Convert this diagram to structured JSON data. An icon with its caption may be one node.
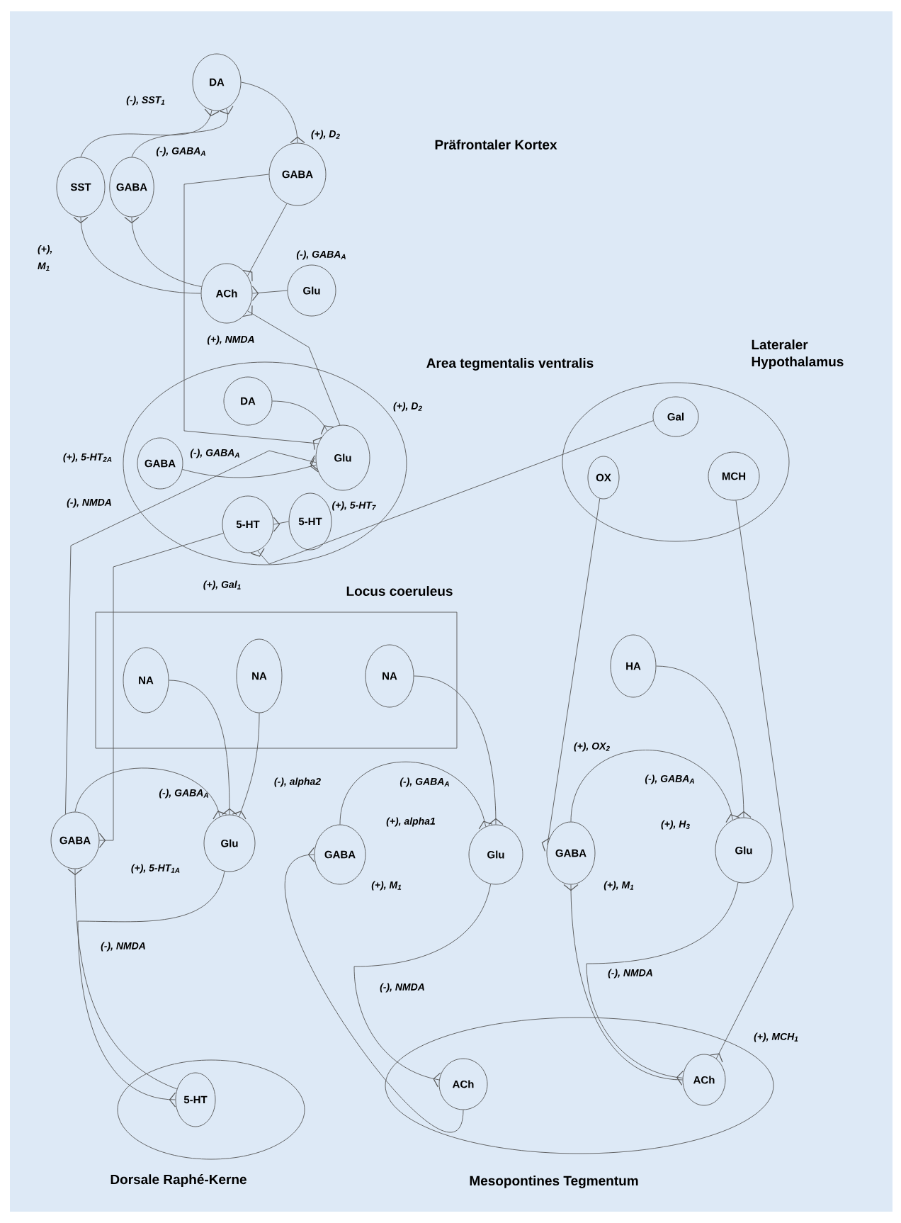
{
  "diagram": {
    "nodes": [
      {
        "text": [
          "DA"
        ]
      },
      {
        "text": [
          "SST"
        ]
      },
      {
        "text": [
          "GABA"
        ]
      },
      {
        "text": [
          "GABA"
        ]
      },
      {
        "text": [
          "ACh"
        ]
      },
      {
        "text": [
          "Glu"
        ]
      },
      {
        "text": [
          "Area tegmentalis ventralis"
        ]
      },
      {
        "text": [
          "DA"
        ],
        "in": 6
      },
      {
        "text": [
          "GABA"
        ],
        "in": 6
      },
      {
        "text": [
          "Glu"
        ],
        "in": 6
      },
      {
        "text": [
          "5-HT"
        ],
        "in": 6
      },
      {
        "text": [
          "5-HT"
        ],
        "in": 6
      },
      {
        "text": [
          "Lateraler Hypothalamus"
        ]
      },
      {
        "text": [
          "Gal"
        ],
        "in": 12
      },
      {
        "text": [
          "OX"
        ],
        "in": 12
      },
      {
        "text": [
          "MCH"
        ],
        "in": 12
      },
      {
        "text": [
          "Locus coeruleus"
        ]
      },
      {
        "text": [
          "NA"
        ],
        "in": 16
      },
      {
        "text": [
          "NA"
        ],
        "in": 16
      },
      {
        "text": [
          "NA"
        ],
        "in": 16
      },
      {
        "text": [
          "GABA"
        ]
      },
      {
        "text": [
          "Glu"
        ]
      },
      {
        "text": [
          "GABA"
        ]
      },
      {
        "text": [
          "Glu"
        ]
      },
      {
        "text": [
          "GABA"
        ]
      },
      {
        "text": [
          "Glu"
        ]
      },
      {
        "text": [
          "HA"
        ]
      },
      {
        "text": [
          "Dorsale Raphé-Kerne"
        ]
      },
      {
        "text": [
          "5-HT"
        ],
        "in": 27
      },
      {
        "text": [
          "Mesopontines Tegmentum"
        ]
      },
      {
        "text": [
          "ACh"
        ],
        "in": 29
      },
      {
        "text": [
          "ACh"
        ],
        "in": 29
      }
    ],
    "edges": [
      {
        "from": 0,
        "to": 3,
        "arrow": "other"
      },
      {
        "from": 1,
        "to": 0,
        "arrow": "other"
      },
      {
        "from": 2,
        "to": 0,
        "arrow": "other"
      },
      {
        "from": 4,
        "to": 1,
        "arrow": "other"
      },
      {
        "from": 4,
        "to": 2,
        "arrow": "other"
      },
      {
        "from": 3,
        "to": 4,
        "arrow": "other"
      },
      {
        "from": 5,
        "to": 4,
        "arrow": "other"
      },
      {
        "from": 9,
        "to": 4,
        "arrow": "other"
      },
      {
        "from": 3,
        "to": 9,
        "arrow": "other"
      },
      {
        "from": 7,
        "to": 9,
        "arrow": "other"
      },
      {
        "from": 8,
        "to": 9,
        "arrow": "other"
      },
      {
        "from": 20,
        "to": 9,
        "arrow": "other"
      },
      {
        "from": 11,
        "to": 10,
        "arrow": "other"
      },
      {
        "from": 13,
        "to": 10,
        "arrow": "other"
      },
      {
        "from": 10,
        "to": 20,
        "arrow": "other"
      },
      {
        "from": 17,
        "to": 21,
        "arrow": "other"
      },
      {
        "from": 18,
        "to": 21,
        "arrow": "other"
      },
      {
        "from": 20,
        "to": 21,
        "arrow": "other"
      },
      {
        "from": 21,
        "to": 28,
        "arrow": "other"
      },
      {
        "from": 28,
        "to": 20,
        "arrow": "other"
      },
      {
        "from": 19,
        "to": 23,
        "arrow": "other"
      },
      {
        "from": 22,
        "to": 23,
        "arrow": "other"
      },
      {
        "from": 23,
        "to": 30,
        "arrow": "other"
      },
      {
        "from": 30,
        "to": 22,
        "arrow": "other"
      },
      {
        "from": 14,
        "to": 24,
        "arrow": "other"
      },
      {
        "from": 26,
        "to": 25,
        "arrow": "other"
      },
      {
        "from": 24,
        "to": 25,
        "arrow": "other"
      },
      {
        "from": 31,
        "to": 24,
        "arrow": "other"
      },
      {
        "from": 25,
        "to": 31,
        "arrow": "other"
      },
      {
        "from": 15,
        "to": 31,
        "arrow": "other"
      }
    ],
    "labels": [
      "(-), SST$_{1}$",
      "(+), D$_{2}$",
      "Präfrontaler Kortex",
      "(-), GABA$_{A}$",
      "(+), M$_{1}$",
      "(-), GABA$_{A}$",
      "(+), NMDA",
      "(+), D$_{2}$",
      "(+), 5-HT$_{2A}$",
      "(-), GABA$_{A}$",
      "(-), NMDA",
      "(+), 5-HT$_{7}$",
      "(+), Gal$_{1}$",
      "(-), alpha2",
      "(-), GABA$_{A}$",
      "(-), GABA$_{A}$",
      "(+), OX$_{2}$",
      "(-), GABA$_{A}$",
      "(+), alpha1",
      "(+), 5-HT$_{1A}$",
      "(+), H$_{3}$",
      "(+), M$_{1}$",
      "(+), M$_{1}$",
      "(-), NMDA",
      "(-), NMDA",
      "(-), NMDA",
      "(+), MCH$_{1}$"
    ]
  }
}
